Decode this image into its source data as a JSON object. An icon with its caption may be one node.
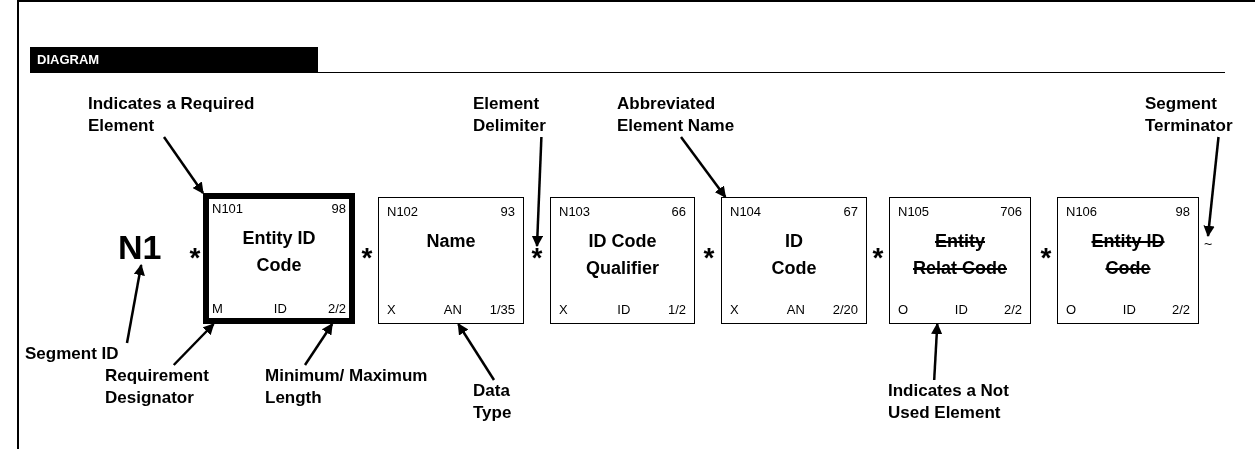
{
  "diagram": {
    "title": "DIAGRAM",
    "nodes": [
      {
        "text": [
          "Indicates a Required Element"
        ]
      },
      {
        "text": [
          "Element Delimiter"
        ]
      },
      {
        "text": [
          "Abbreviated Element Name"
        ]
      },
      {
        "text": [
          "Segment Terminator"
        ]
      },
      {
        "text": [
          "N1"
        ]
      },
      {
        "text": [
          "N101",
          "98",
          "Entity ID Code",
          "M",
          "ID",
          "2/2"
        ]
      },
      {
        "text": [
          "N102",
          "93",
          "Name",
          "X",
          "AN",
          "1/35"
        ]
      },
      {
        "text": [
          "*"
        ]
      },
      {
        "text": [
          "N103",
          "66",
          "ID Code Qualifier",
          "X",
          "ID",
          "1/2"
        ]
      },
      {
        "text": [
          "N104",
          "67",
          "ID Code",
          "X",
          "AN",
          "2/20"
        ]
      },
      {
        "text": [
          "N105",
          "706",
          "Entity Relat Code",
          "O",
          "ID",
          "2/2"
        ]
      },
      {
        "text": [
          "N106",
          "98",
          "Entity ID Code",
          "O",
          "ID",
          "2/2"
        ]
      },
      {
        "text": [
          "~"
        ]
      },
      {
        "text": [
          "Segment ID"
        ]
      },
      {
        "text": [
          "Requirement Designator"
        ]
      },
      {
        "text": [
          "Minimum/ Maximum Length"
        ]
      },
      {
        "text": [
          "Data Type"
        ]
      },
      {
        "text": [
          "Indicates a Not Used Element"
        ]
      }
    ],
    "edges": [
      {
        "from": 0,
        "to": 5,
        "arrow": "to"
      },
      {
        "from": 1,
        "to": 7,
        "arrow": "to"
      },
      {
        "from": 2,
        "to": 9,
        "arrow": "to"
      },
      {
        "from": 3,
        "to": 12,
        "arrow": "to"
      },
      {
        "from": 13,
        "to": 4,
        "arrow": "to"
      },
      {
        "from": 14,
        "to": 5,
        "arrow": "to"
      },
      {
        "from": 15,
        "to": 5,
        "arrow": "to"
      },
      {
        "from": 16,
        "to": 6,
        "arrow": "to"
      },
      {
        "from": 17,
        "to": 10,
        "arrow": "to"
      }
    ],
    "labels": [
      "*",
      "*",
      "*",
      "*",
      "*"
    ]
  }
}
